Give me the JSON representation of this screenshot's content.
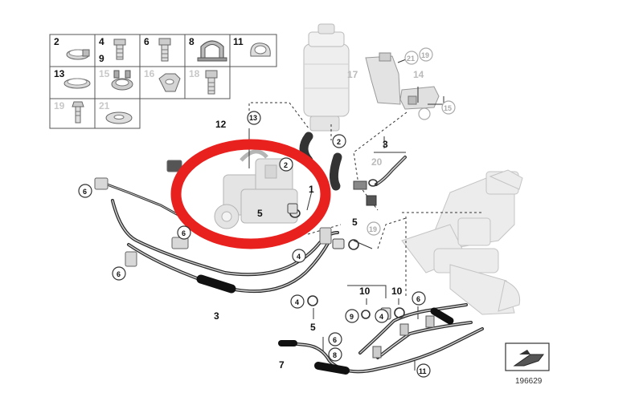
{
  "diagram_number": "196629",
  "parts_table": [
    {
      "label": "2",
      "muted": false
    },
    {
      "label": "4",
      "muted": false
    },
    {
      "label": "9",
      "muted": false
    },
    {
      "label": "6",
      "muted": false
    },
    {
      "label": "8",
      "muted": false
    },
    {
      "label": "11",
      "muted": false
    },
    {
      "label": "13",
      "muted": false
    },
    {
      "label": "15",
      "muted": true
    },
    {
      "label": "16",
      "muted": true
    },
    {
      "label": "18",
      "muted": true
    },
    {
      "label": "19",
      "muted": true
    },
    {
      "label": "21",
      "muted": true
    }
  ],
  "callouts": {
    "p12": "12",
    "p13": "13",
    "p2a": "2",
    "p2b": "2",
    "p1": "1",
    "p5a": "5",
    "p3a": "3",
    "p20": "20",
    "p19a": "19",
    "p19b": "19",
    "p21": "21",
    "p17": "17",
    "p14": "14",
    "p15": "15",
    "p6a": "6",
    "p6b": "6",
    "p6c": "6",
    "p5b": "5",
    "p4a": "4",
    "p4b": "4",
    "p3b": "3",
    "p5c": "5",
    "p10a": "10",
    "p10b": "10",
    "p9": "9",
    "p4c": "4",
    "p6d": "6",
    "p6e": "6",
    "p8": "8",
    "p7": "7",
    "p11": "11"
  },
  "colors": {
    "highlight": "#e8201e",
    "ink": "#111111",
    "muted": "#c8c8c8",
    "part": "#dcdcdc"
  }
}
